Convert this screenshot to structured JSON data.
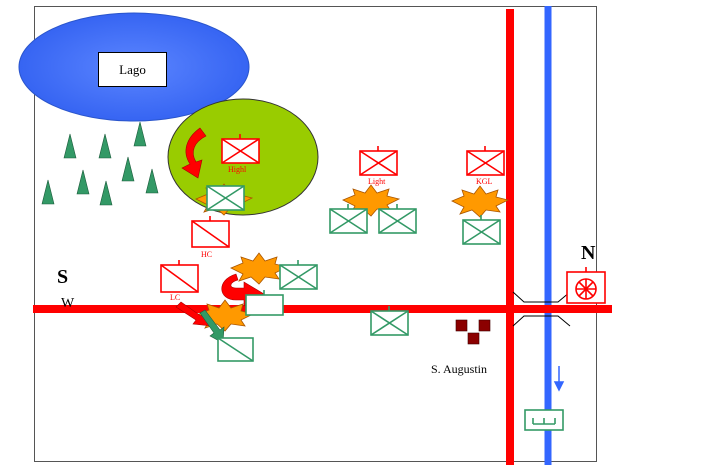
{
  "map": {
    "lake_label": "Lago",
    "town_label": "S. Augustin",
    "compass": {
      "south": "S",
      "west": "W",
      "north": "N"
    }
  },
  "units": {
    "red": [
      {
        "id": "highl",
        "label": "Highl"
      },
      {
        "id": "light",
        "label": "Light"
      },
      {
        "id": "kgl",
        "label": "KGL"
      },
      {
        "id": "hc",
        "label": "HC"
      },
      {
        "id": "lc",
        "label": "LC"
      }
    ],
    "green_count": 9
  },
  "colors": {
    "red_force": "#ff0000",
    "green_force": "#339966",
    "lake": "#3366ff",
    "forest_area": "#99cc00",
    "river": "#3366ff",
    "road": "#ff0000",
    "explosion": "#ff9900",
    "town": "#800000",
    "tree": "#339966"
  }
}
